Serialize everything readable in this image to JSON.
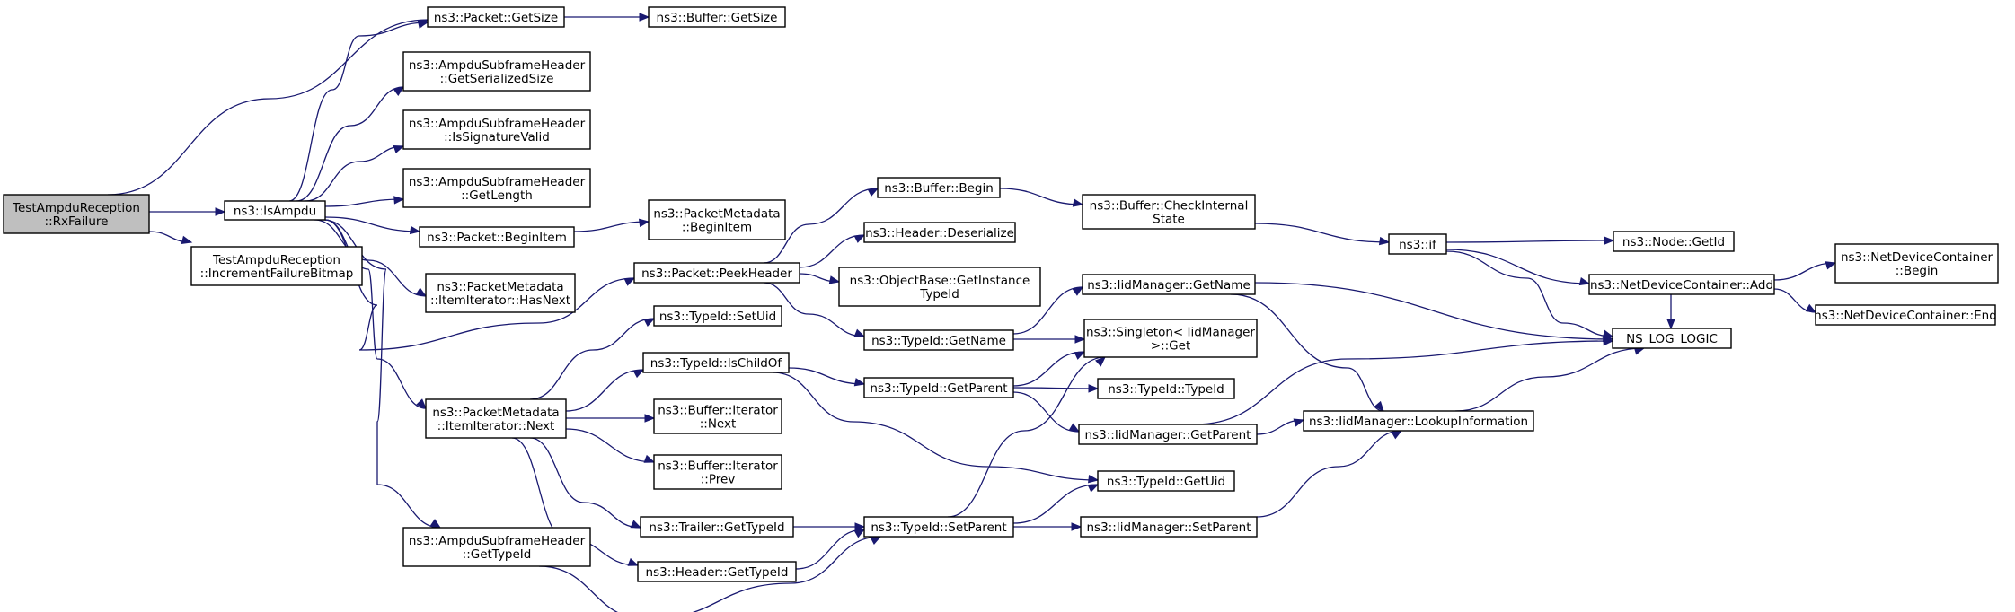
{
  "colors": {
    "edge": "#191970",
    "root_fill": "#bfbfbf",
    "node_fill": "#ffffff",
    "border": "#000000"
  },
  "nodes": [
    {
      "id": "rx_failure",
      "lines": [
        "TestAmpduReception",
        "::RxFailure"
      ],
      "root": true
    },
    {
      "id": "is_ampdu",
      "lines": [
        "ns3::IsAmpdu"
      ]
    },
    {
      "id": "inc_failure",
      "lines": [
        "TestAmpduReception",
        "::IncrementFailureBitmap"
      ]
    },
    {
      "id": "packet_getsize",
      "lines": [
        "ns3::Packet::GetSize"
      ]
    },
    {
      "id": "buffer_getsize",
      "lines": [
        "ns3::Buffer::GetSize"
      ]
    },
    {
      "id": "ampdu_serialized",
      "lines": [
        "ns3::AmpduSubframeHeader",
        "::GetSerializedSize"
      ]
    },
    {
      "id": "ampdu_signature",
      "lines": [
        "ns3::AmpduSubframeHeader",
        "::IsSignatureValid"
      ]
    },
    {
      "id": "ampdu_length",
      "lines": [
        "ns3::AmpduSubframeHeader",
        "::GetLength"
      ]
    },
    {
      "id": "packet_beginitem",
      "lines": [
        "ns3::Packet::BeginItem"
      ]
    },
    {
      "id": "pm_beginitem",
      "lines": [
        "ns3::PacketMetadata",
        "::BeginItem"
      ]
    },
    {
      "id": "pm_hasnext",
      "lines": [
        "ns3::PacketMetadata",
        "::ItemIterator::HasNext"
      ]
    },
    {
      "id": "packet_peekheader",
      "lines": [
        "ns3::Packet::PeekHeader"
      ]
    },
    {
      "id": "buffer_begin",
      "lines": [
        "ns3::Buffer::Begin"
      ]
    },
    {
      "id": "buffer_checkinternal",
      "lines": [
        "ns3::Buffer::CheckInternal",
        "State"
      ]
    },
    {
      "id": "header_deserialize",
      "lines": [
        "ns3::Header::Deserialize"
      ]
    },
    {
      "id": "objectbase_instance",
      "lines": [
        "ns3::ObjectBase::GetInstance",
        "TypeId"
      ]
    },
    {
      "id": "typeid_getname",
      "lines": [
        "ns3::TypeId::GetName"
      ]
    },
    {
      "id": "typeid_setuid",
      "lines": [
        "ns3::TypeId::SetUid"
      ]
    },
    {
      "id": "pm_next",
      "lines": [
        "ns3::PacketMetadata",
        "::ItemIterator::Next"
      ]
    },
    {
      "id": "typeid_ischildof",
      "lines": [
        "ns3::TypeId::IsChildOf"
      ]
    },
    {
      "id": "buffer_iter_next",
      "lines": [
        "ns3::Buffer::Iterator",
        "::Next"
      ]
    },
    {
      "id": "buffer_iter_prev",
      "lines": [
        "ns3::Buffer::Iterator",
        "::Prev"
      ]
    },
    {
      "id": "trailer_gettypeid",
      "lines": [
        "ns3::Trailer::GetTypeId"
      ]
    },
    {
      "id": "header_gettypeid",
      "lines": [
        "ns3::Header::GetTypeId"
      ]
    },
    {
      "id": "ampdu_gettypeid",
      "lines": [
        "ns3::AmpduSubframeHeader",
        "::GetTypeId"
      ]
    },
    {
      "id": "typeid_getparent",
      "lines": [
        "ns3::TypeId::GetParent"
      ]
    },
    {
      "id": "typeid_setparent",
      "lines": [
        "ns3::TypeId::SetParent"
      ]
    },
    {
      "id": "iid_getname",
      "lines": [
        "ns3::IidManager::GetName"
      ]
    },
    {
      "id": "singleton_get",
      "lines": [
        "ns3::Singleton< IidManager",
        ">::Get"
      ]
    },
    {
      "id": "typeid_typeid",
      "lines": [
        "ns3::TypeId::TypeId"
      ]
    },
    {
      "id": "iid_getparent",
      "lines": [
        "ns3::IidManager::GetParent"
      ]
    },
    {
      "id": "typeid_getuid",
      "lines": [
        "ns3::TypeId::GetUid"
      ]
    },
    {
      "id": "iid_setparent",
      "lines": [
        "ns3::IidManager::SetParent"
      ]
    },
    {
      "id": "ns3_if",
      "lines": [
        "ns3::if"
      ]
    },
    {
      "id": "iid_lookup",
      "lines": [
        "ns3::IidManager::LookupInformation"
      ]
    },
    {
      "id": "node_getid",
      "lines": [
        "ns3::Node::GetId"
      ]
    },
    {
      "id": "ndc_add",
      "lines": [
        "ns3::NetDeviceContainer::Add"
      ]
    },
    {
      "id": "ns_log_logic",
      "lines": [
        "NS_LOG_LOGIC"
      ]
    },
    {
      "id": "ndc_begin",
      "lines": [
        "ns3::NetDeviceContainer",
        "::Begin"
      ]
    },
    {
      "id": "ndc_end",
      "lines": [
        "ns3::NetDeviceContainer::End"
      ]
    }
  ]
}
